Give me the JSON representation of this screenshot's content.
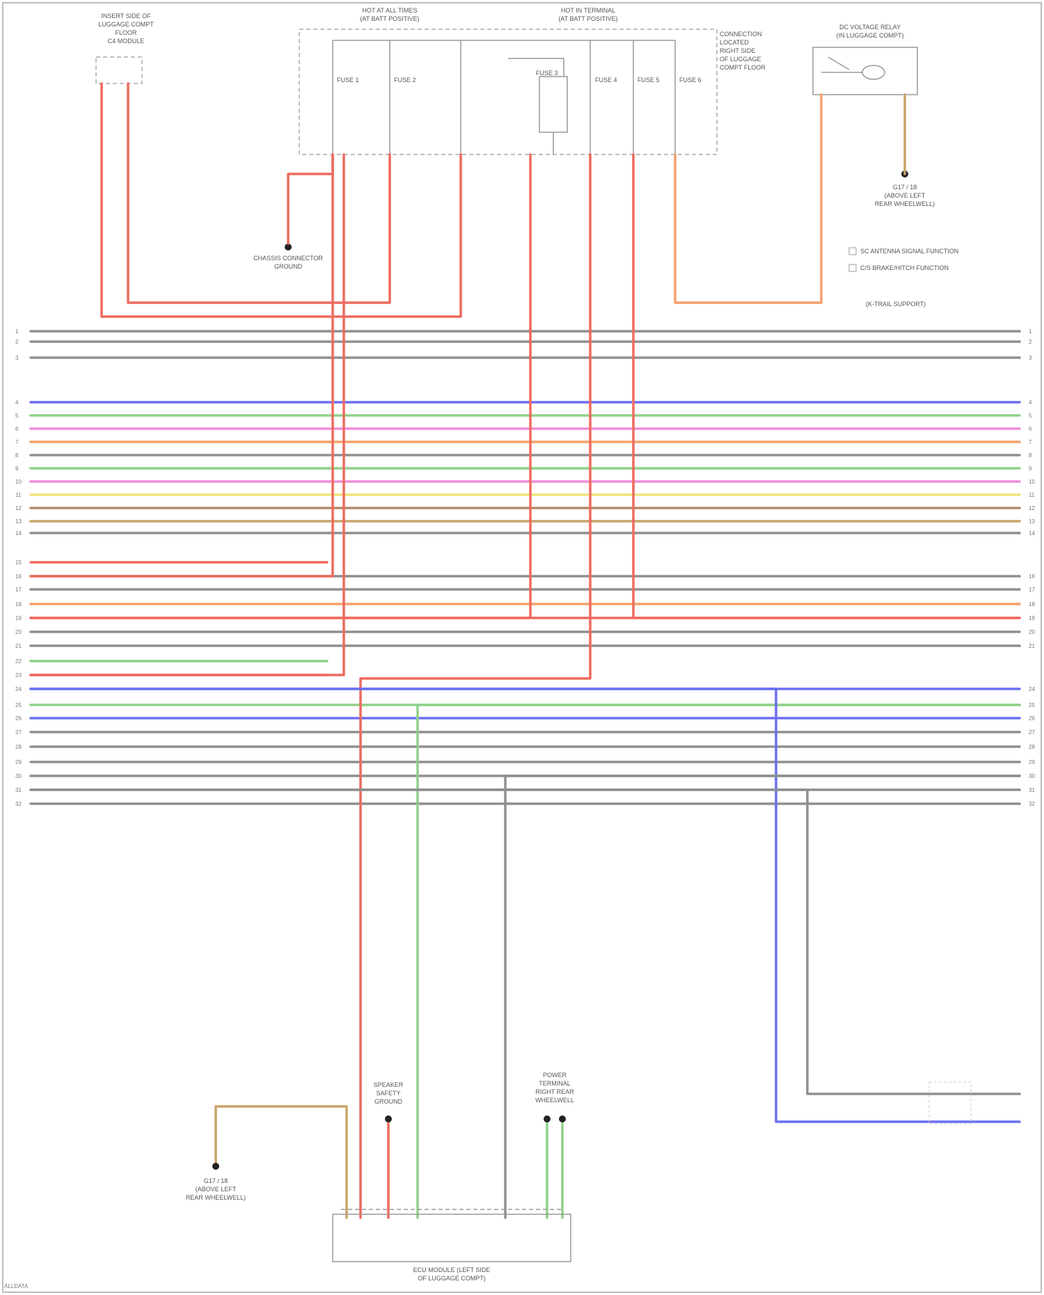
{
  "components": {
    "left_top": [
      "INSERT SIDE OF",
      "LUGGAGE COMPT",
      "FLOOR",
      "C4 MODULE"
    ],
    "hot_at_all_times_1": [
      "HOT AT ALL TIMES",
      "(AT BATT POSITIVE)"
    ],
    "hot_at_all_times_2": [
      "HOT IN TERMINAL",
      "(AT BATT POSITIVE)"
    ],
    "fuse_box": [
      "CONNECTION",
      "LOCATED",
      "RIGHT SIDE",
      "OF LUGGAGE",
      "COMPT FLOOR"
    ],
    "right_top": [
      "DC VOLTAGE RELAY",
      "(IN LUGGAGE COMPT)"
    ],
    "ground_top": [
      "G17 / 18",
      "(ABOVE LEFT",
      "REAR WHEELWELL)"
    ],
    "splice_ground": [
      "CHASSIS CONNECTOR",
      "GROUND"
    ],
    "legend": [
      "SC ANTENNA SIGNAL FUNCTION",
      "C/S BRAKE/HITCH FUNCTION"
    ],
    "splice_label": "(K-TRAIL SUPPORT)",
    "bottom_ground": [
      "G17 / 18",
      "(ABOVE LEFT",
      "REAR WHEELWELL)"
    ],
    "bottom_module": [
      "ECU MODULE (LEFT SIDE",
      "OF LUGGAGE COMPT)"
    ],
    "ground_mid": [
      "SPEAKER",
      "SAFETY",
      "GROUND"
    ],
    "power_mid": [
      "POWER",
      "TERMINAL",
      "RIGHT REAR",
      "WHEELWELL"
    ]
  },
  "fuses": [
    "FUSE 1",
    "FUSE 2",
    "FUSE 3",
    "FUSE 4",
    "FUSE 5",
    "FUSE 6"
  ],
  "wire_colors": {
    "red": "#ee6a5e",
    "orange": "#f5a06a",
    "gray": "#8f8f8f",
    "blue": "#6b6ff0",
    "green": "#8fd088",
    "pink": "#f28bd6",
    "yellow": "#ede37a",
    "tan": "#c9a46a",
    "brown": "#b28a6a"
  },
  "wires": [
    {
      "color": "gray"
    },
    {
      "color": "gray"
    },
    {
      "color": "gray"
    },
    {
      "color": "blue"
    },
    {
      "color": "green"
    },
    {
      "color": "pink"
    },
    {
      "color": "orange"
    },
    {
      "color": "gray"
    },
    {
      "color": "green"
    },
    {
      "color": "pink"
    },
    {
      "color": "yellow"
    },
    {
      "color": "brown"
    },
    {
      "color": "tan"
    },
    {
      "color": "gray"
    },
    {
      "color": "red"
    },
    {
      "color": "gray"
    },
    {
      "color": "gray"
    },
    {
      "color": "orange"
    },
    {
      "color": "red"
    },
    {
      "color": "gray"
    },
    {
      "color": "gray"
    },
    {
      "color": "green"
    },
    {
      "color": "red"
    },
    {
      "color": "blue"
    },
    {
      "color": "green"
    },
    {
      "color": "blue"
    },
    {
      "color": "gray"
    },
    {
      "color": "gray"
    },
    {
      "color": "gray"
    },
    {
      "color": "gray"
    },
    {
      "color": "gray"
    },
    {
      "color": "gray"
    }
  ],
  "footer": "ALLDATA"
}
